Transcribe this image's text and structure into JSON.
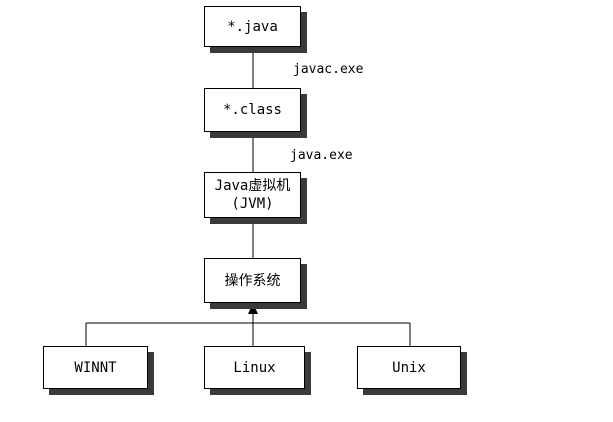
{
  "nodes": {
    "java_source": "*.java",
    "class_file": "*.class",
    "jvm_line1": "Java虚拟机",
    "jvm_line2": "(JVM)",
    "os": "操作系统",
    "winnt": "WINNT",
    "linux": "Linux",
    "unix": "Unix"
  },
  "edges": {
    "compile": "javac.exe",
    "run": "java.exe"
  },
  "colors": {
    "line": "#000000",
    "shadow": "#3a3a3a",
    "box_fill": "#ffffff"
  }
}
